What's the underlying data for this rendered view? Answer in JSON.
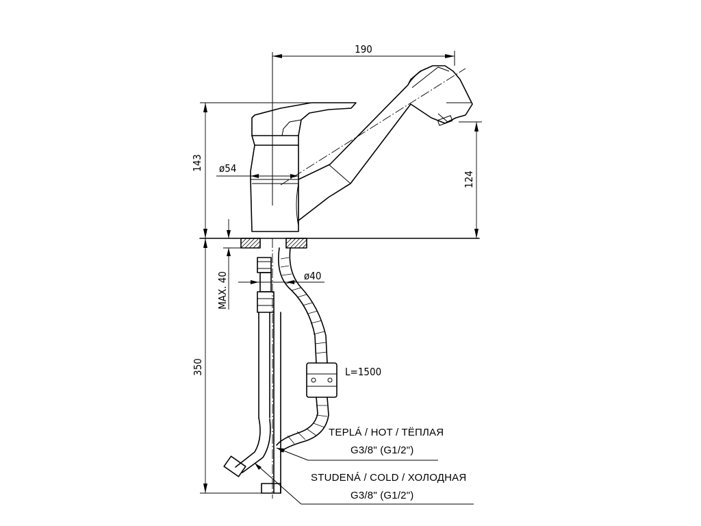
{
  "dimensions": {
    "width_total": "190",
    "height_body": "143",
    "spout_height": "124",
    "body_diameter": "ø54",
    "hose_diameter": "ø40",
    "max_thickness": "MAX. 40",
    "below_counter": "350",
    "hose_length": "L=1500"
  },
  "labels": {
    "hot_line1": "TEPLÁ / HOT / TËПЛАЯ",
    "hot_line2": "G3/8\" (G1/2\")",
    "cold_line1": "STUDENÁ / COLD / ХОЛОДНАЯ",
    "cold_line2": "G3/8\" (G1/2\")"
  }
}
